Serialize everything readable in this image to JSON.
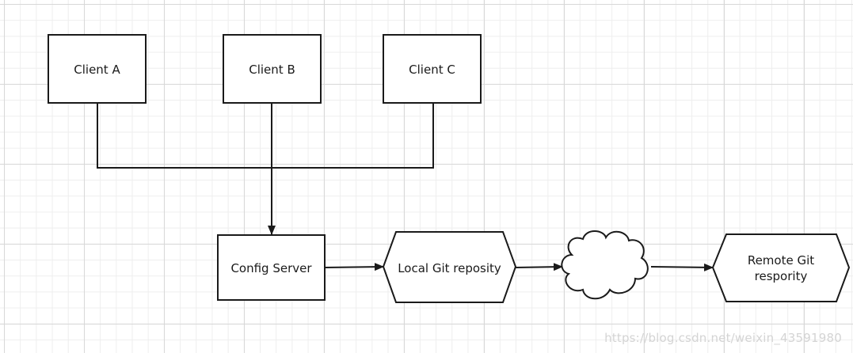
{
  "diagram": {
    "nodes": {
      "client_a": "Client A",
      "client_b": "Client B",
      "client_c": "Client C",
      "config_server": "Config Server",
      "local_git": "Local Git reposity",
      "cloud": "",
      "remote_git_line1": "Remote Git",
      "remote_git_line2": "respority"
    },
    "edges": [
      {
        "from": "Client A",
        "to": "Config Server"
      },
      {
        "from": "Client B",
        "to": "Config Server"
      },
      {
        "from": "Client C",
        "to": "Config Server"
      },
      {
        "from": "Config Server",
        "to": "Local Git reposity"
      },
      {
        "from": "Local Git reposity",
        "to": "cloud"
      },
      {
        "from": "cloud",
        "to": "Remote Git respority"
      }
    ]
  },
  "watermark": "https://blog.csdn.net/weixin_43591980",
  "colors": {
    "stroke": "#1a1a1a",
    "text": "#1a1a1a",
    "grid": "#d8d8d8",
    "watermark": "#d4d4d4"
  }
}
